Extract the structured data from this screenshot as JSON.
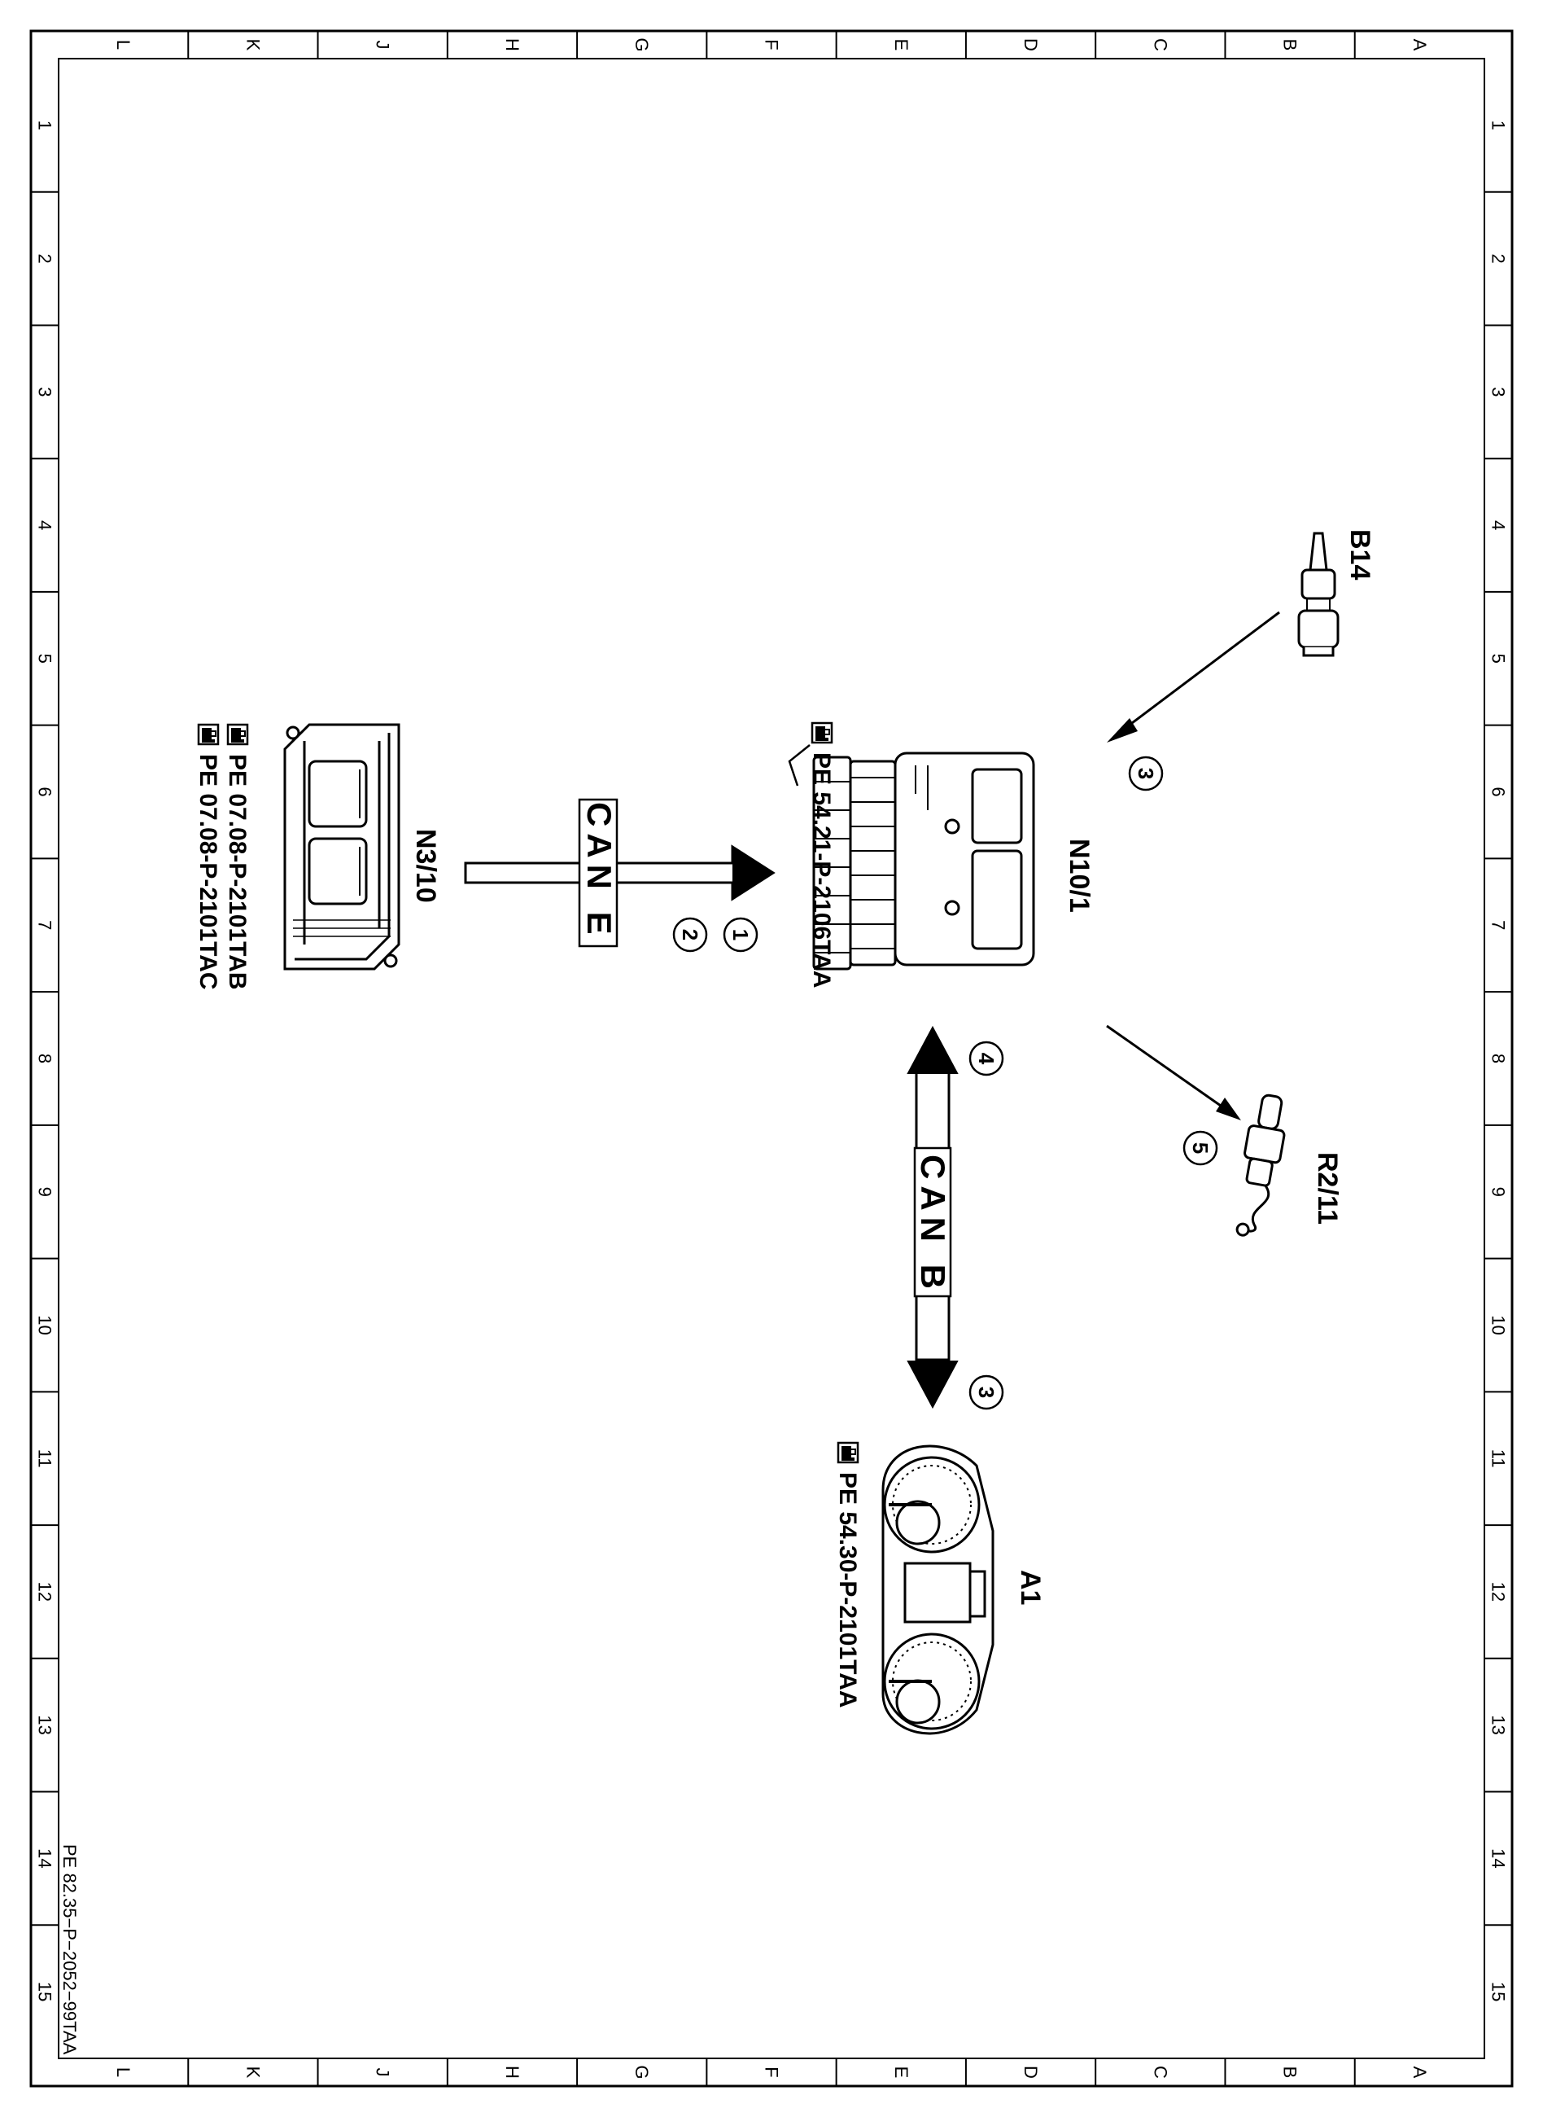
{
  "frame": {
    "letters": [
      "L",
      "K",
      "J",
      "H",
      "G",
      "F",
      "E",
      "D",
      "C",
      "B",
      "A"
    ],
    "numbers": [
      "1",
      "2",
      "3",
      "4",
      "5",
      "6",
      "7",
      "8",
      "9",
      "10",
      "11",
      "12",
      "13",
      "14",
      "15"
    ]
  },
  "document_id": "PE 82.35−P−2052−99TAA",
  "components": {
    "n3_10": {
      "label": "N3/10",
      "refs": [
        "PE 07.08-P-2101TAB",
        "PE 07.08-P-2101TAC"
      ]
    },
    "n10_1": {
      "label": "N10/1",
      "refs": [
        "PE 54.21-P-2106TAA"
      ]
    },
    "a1": {
      "label": "A1",
      "refs": [
        "PE 54.30-P-2101TAA"
      ]
    },
    "b14": {
      "label": "B14"
    },
    "r2_11": {
      "label": "R2/11"
    }
  },
  "buses": {
    "can_e": "CAN E",
    "can_b": "CAN B"
  },
  "callouts": {
    "can_e_1": "1",
    "can_e_2": "2",
    "b14_3": "3",
    "can_b_4": "4",
    "can_b_3": "3",
    "r2_11_5": "5"
  },
  "pointer_icon": "pointing-hand-icon"
}
